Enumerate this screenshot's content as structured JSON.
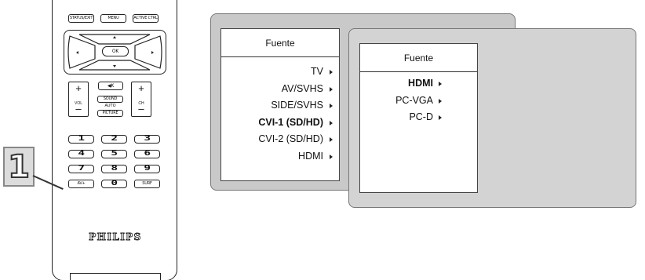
{
  "remote": {
    "buttons": {
      "status_exit": "STATUS/EXIT",
      "menu": "MENU",
      "active_ctrl": "ACTIVE CTRL",
      "ok": "OK",
      "mute": "◀K",
      "vol": "VOL",
      "ch": "CH",
      "sound": "SOUND",
      "auto": "AUTO",
      "picture": "PICTURE",
      "av_plus": "AV+",
      "surf": "SURF",
      "plus": "+",
      "minus": "–"
    },
    "digits": [
      "1",
      "2",
      "3",
      "4",
      "5",
      "6",
      "7",
      "8",
      "9",
      "0"
    ],
    "brand": "PHILIPS"
  },
  "callout": {
    "number": "1"
  },
  "menu_source": {
    "title": "Fuente",
    "items": [
      {
        "label": "TV",
        "selected": false
      },
      {
        "label": "AV/SVHS",
        "selected": false
      },
      {
        "label": "SIDE/SVHS",
        "selected": false
      },
      {
        "label": "CVI-1 (SD/HD)",
        "selected": true
      },
      {
        "label": "CVI-2 (SD/HD)",
        "selected": false
      },
      {
        "label": "HDMI",
        "selected": false
      }
    ]
  },
  "menu_sub": {
    "title": "Fuente",
    "items": [
      {
        "label": "HDMI",
        "selected": true
      },
      {
        "label": "PC-VGA",
        "selected": false
      },
      {
        "label": "PC-D",
        "selected": false
      }
    ]
  },
  "colors": {
    "panel_back": "#c9c9c9",
    "panel_front": "#d3d3d3",
    "menu_bg": "#ffffff"
  }
}
